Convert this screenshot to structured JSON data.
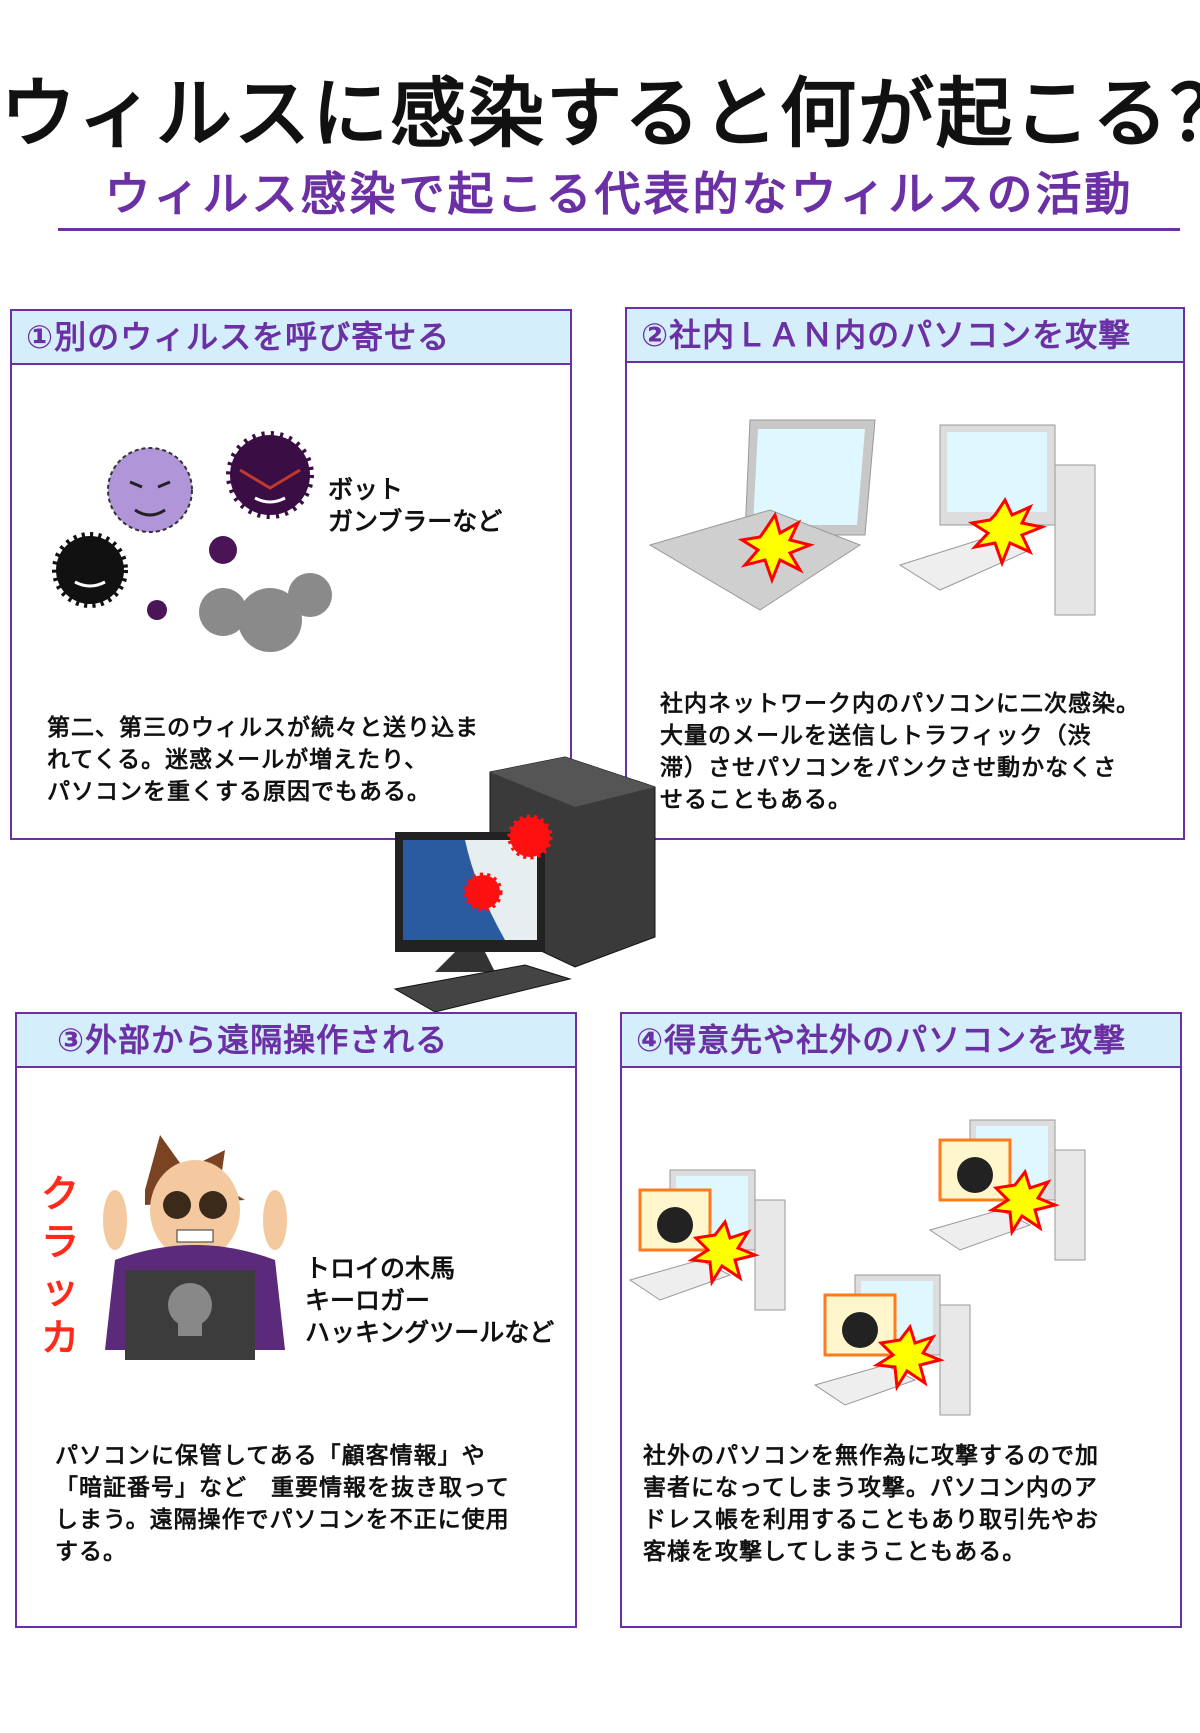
{
  "title": "ウィルスに感染すると何が起こる？",
  "subtitle": "ウィルス感染で起こる代表的なウィルスの活動",
  "panels": [
    {
      "header": "①別のウィルスを呼び寄せる",
      "labels": [
        "ボット",
        "ガンブラーなど"
      ],
      "text": [
        "第二、第三のウィルスが続々と送り込ま",
        "れてくる。迷惑メールが増えたり、",
        "パソコンを重くする原因でもある。"
      ]
    },
    {
      "header": "②社内ＬＡＮ内のパソコンを攻撃",
      "text": [
        "社内ネットワーク内のパソコンに二次感染。",
        "大量のメールを送信しトラフィック（渋",
        "滞）させパソコンをパンクさせ動かなくさ",
        "せることもある。"
      ]
    },
    {
      "header": "③外部から遠隔操作される",
      "side_label": "クラッカ",
      "labels": [
        "トロイの木馬",
        "キーロガー",
        "ハッキングツールなど"
      ],
      "text": [
        "パソコンに保管してある「顧客情報」や",
        "「暗証番号」など　重要情報を抜き取って",
        "しまう。遠隔操作でパソコンを不正に使用",
        "する。"
      ]
    },
    {
      "header": "④得意先や社外のパソコンを攻撃",
      "text": [
        "社外のパソコンを無作為に攻撃するので加",
        "害者になってしまう攻撃。パソコン内のア",
        "ドレス帳を利用することもあり取引先やお",
        "客様を攻撃してしまうこともある。"
      ]
    }
  ],
  "colors": {
    "accent": "#6b30a3",
    "header_bg": "#d5eefc",
    "alert": "#ff2a1a"
  }
}
